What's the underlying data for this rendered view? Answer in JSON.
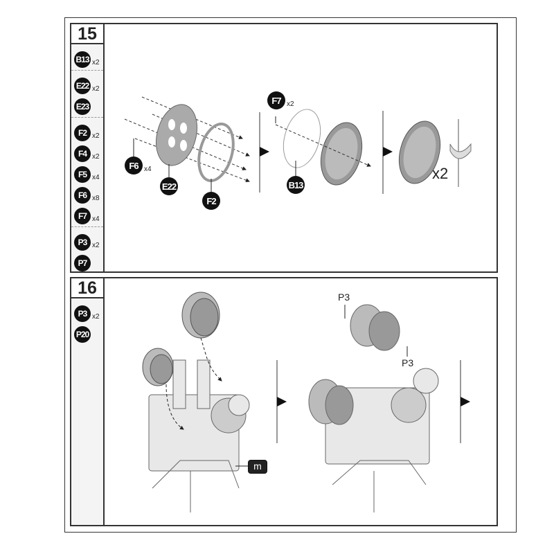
{
  "steps": [
    {
      "number": "15",
      "parts": [
        [
          {
            "id": "B13",
            "qty": "x2"
          }
        ],
        [
          {
            "id": "E22",
            "qty": "x2"
          },
          {
            "id": "E23",
            "qty": ""
          }
        ],
        [
          {
            "id": "F2",
            "qty": "x2"
          },
          {
            "id": "F4",
            "qty": "x2"
          },
          {
            "id": "F5",
            "qty": "x4"
          },
          {
            "id": "F6",
            "qty": "x8"
          },
          {
            "id": "F7",
            "qty": "x4"
          }
        ],
        [
          {
            "id": "P3",
            "qty": "x2"
          },
          {
            "id": "P7",
            "qty": ""
          }
        ]
      ],
      "callouts": {
        "f6": "F6",
        "f6_qty": "x4",
        "e22": "E22",
        "f2": "F2",
        "f7": "F7",
        "f7_qty": "x2",
        "b13": "B13",
        "repeat": "x2"
      }
    },
    {
      "number": "16",
      "parts": [
        [
          {
            "id": "P3",
            "qty": "x2"
          },
          {
            "id": "P20",
            "qty": ""
          }
        ]
      ],
      "callouts": {
        "m": "m",
        "p3_a": "P3",
        "p3_b": "P3"
      }
    }
  ]
}
